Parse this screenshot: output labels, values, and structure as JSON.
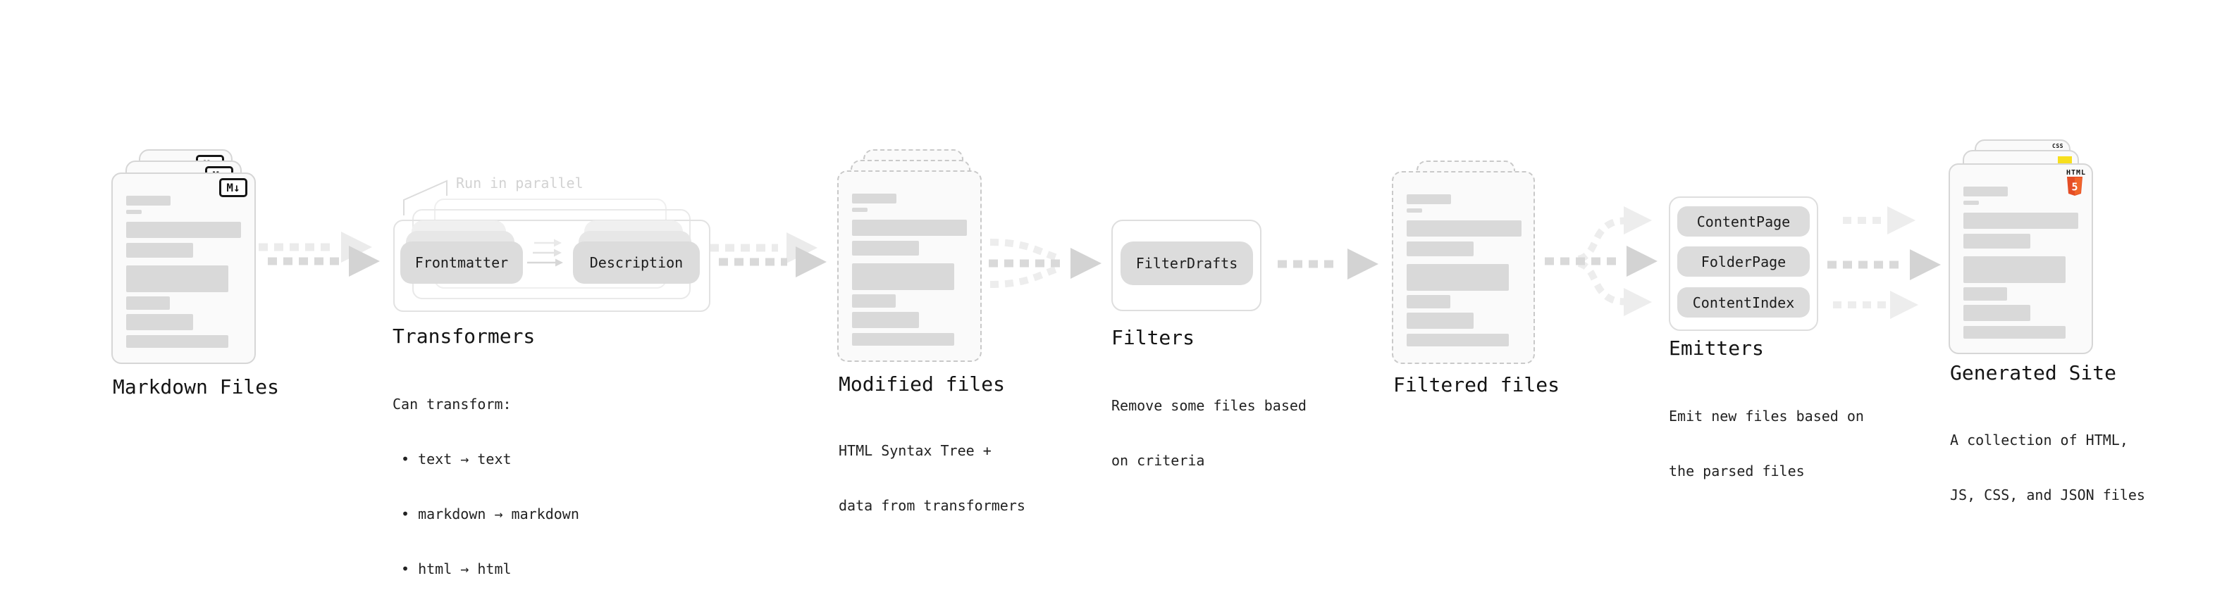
{
  "diagram": {
    "colors": {
      "card_bg": "#fafafa",
      "card_border": "#d6d6d6",
      "bar_gray": "#d9d9d9",
      "arrow_gray": "#d4d4d4",
      "arrow_light": "#ededed",
      "css_blue": "#2965f1",
      "js_yellow": "#f7df1e",
      "html_orange": "#e44d26",
      "html_orange_light": "#f16529"
    },
    "nodes": {
      "markdown_files": {
        "title": "Markdown Files",
        "badge_label": "M↓"
      },
      "transformers": {
        "title": "Transformers",
        "annotation": "Run in parallel",
        "transformer_1": "Frontmatter",
        "transformer_2": "Description",
        "desc_heading": "Can transform:",
        "bullet_1": "• text → text",
        "bullet_2": "• markdown → markdown",
        "bullet_3": "• html → html"
      },
      "modified_files": {
        "title": "Modified files",
        "subtitle_1": "HTML Syntax Tree +",
        "subtitle_2": "data from transformers"
      },
      "filters": {
        "title": "Filters",
        "filter_1": "FilterDrafts",
        "subtitle_1": "Remove some files based",
        "subtitle_2": "on criteria"
      },
      "filtered_files": {
        "title": "Filtered files"
      },
      "emitters": {
        "title": "Emitters",
        "emitter_1": "ContentPage",
        "emitter_2": "FolderPage",
        "emitter_3": "ContentIndex",
        "subtitle_1": "Emit new files based on",
        "subtitle_2": "the parsed files"
      },
      "generated_site": {
        "title": "Generated Site",
        "subtitle_1": "A collection of HTML,",
        "subtitle_2": "JS, CSS, and JSON files",
        "badge_css": "CSS",
        "badge_html": "HTML",
        "badge_html_number": "5"
      }
    }
  }
}
